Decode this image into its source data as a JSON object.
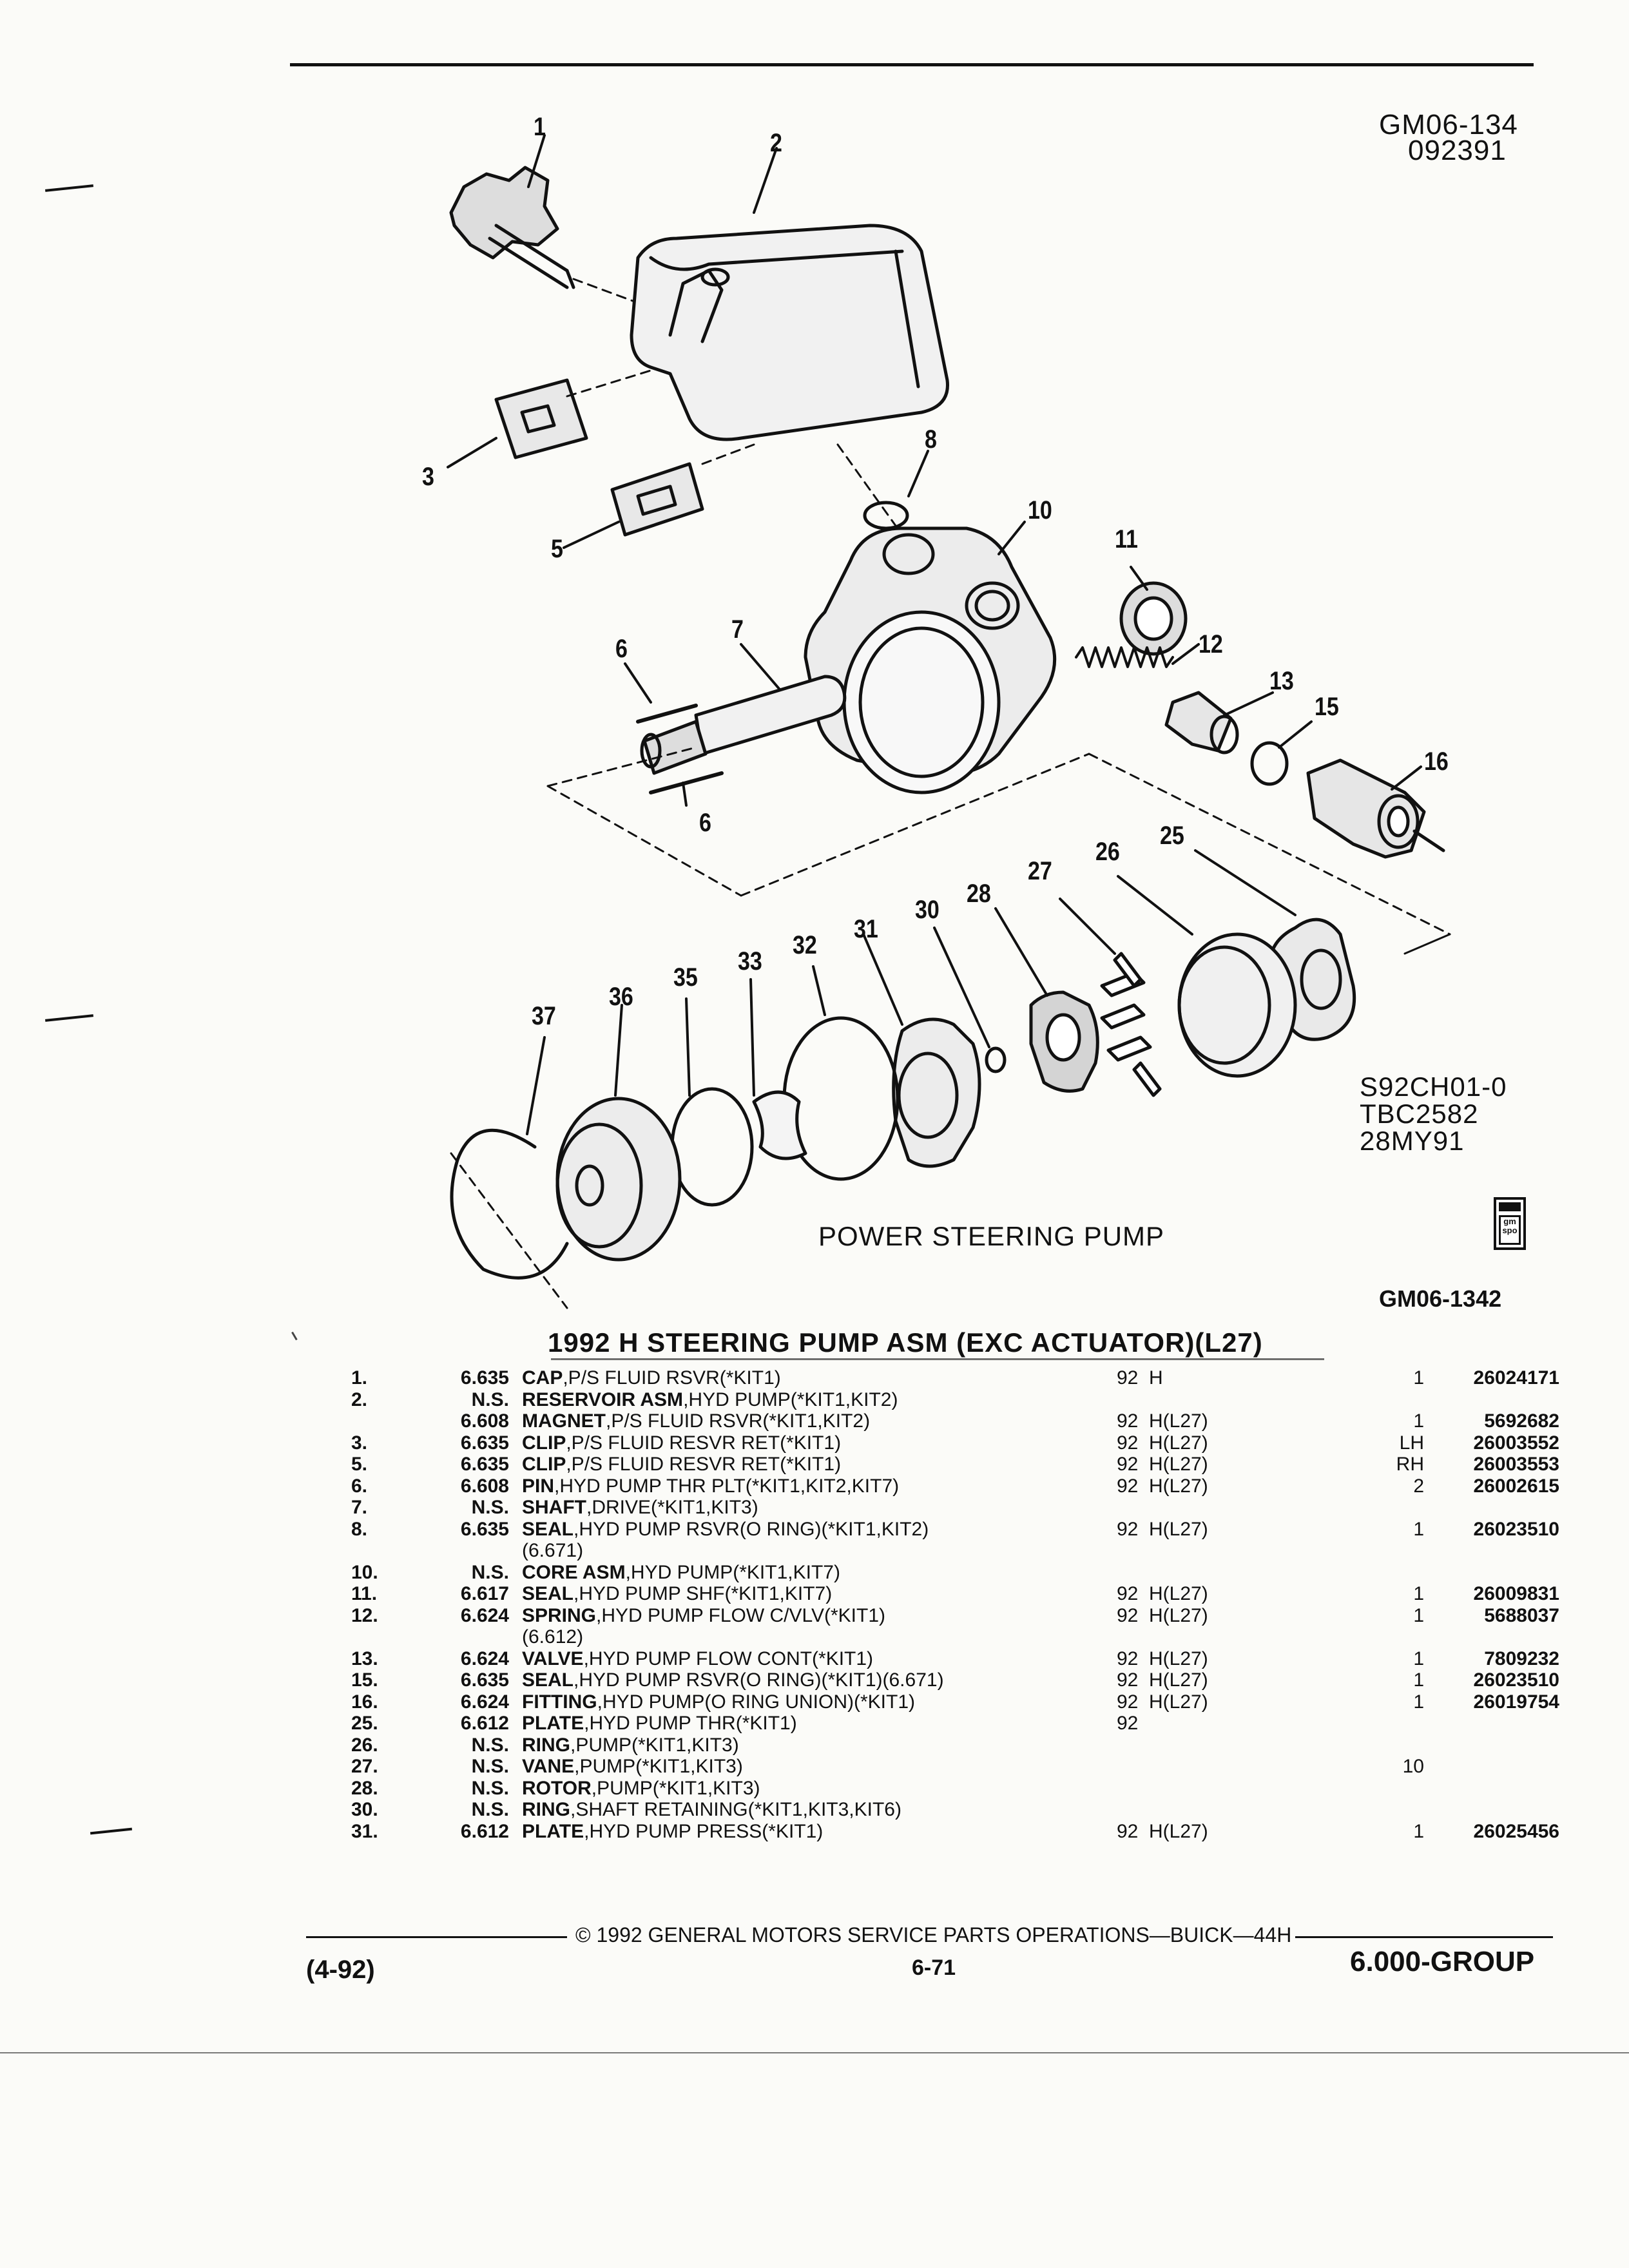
{
  "header": {
    "ref_code": "GM06-134",
    "ref_date": "092391"
  },
  "diagram": {
    "callouts": [
      "1",
      "2",
      "3",
      "5",
      "6",
      "7",
      "8",
      "10",
      "11",
      "12",
      "13",
      "15",
      "16",
      "6",
      "25",
      "26",
      "27",
      "28",
      "30",
      "31",
      "32",
      "33",
      "35",
      "36",
      "37"
    ],
    "side_codes": [
      "S92CH01-0",
      "TBC2582",
      "28MY91"
    ],
    "caption": "POWER STEERING PUMP",
    "figure_id": "GM06-1342",
    "logo_text": "gm spo"
  },
  "parts_list": {
    "title": "1992 H STEERING PUMP ASM (EXC ACTUATOR)(L27)",
    "rows": [
      {
        "num": "1.",
        "code": "6.635",
        "name": "CAP",
        "desc": ",P/S FLUID RSVR(*KIT1)",
        "yr": "92",
        "model": "H",
        "qty": "1",
        "part": "26024171"
      },
      {
        "num": "2.",
        "code": "N.S.",
        "name": "RESERVOIR ASM",
        "desc": ",HYD PUMP(*KIT1,KIT2)",
        "yr": "",
        "model": "",
        "qty": "",
        "part": ""
      },
      {
        "num": "",
        "code": "6.608",
        "name": "MAGNET",
        "desc": ",P/S FLUID RSVR(*KIT1,KIT2)",
        "yr": "92",
        "model": "H(L27)",
        "qty": "1",
        "part": "5692682"
      },
      {
        "num": "3.",
        "code": "6.635",
        "name": "CLIP",
        "desc": ",P/S FLUID RESVR RET(*KIT1)",
        "yr": "92",
        "model": "H(L27)",
        "qty": "LH",
        "part": "26003552"
      },
      {
        "num": "5.",
        "code": "6.635",
        "name": "CLIP",
        "desc": ",P/S FLUID RESVR RET(*KIT1)",
        "yr": "92",
        "model": "H(L27)",
        "qty": "RH",
        "part": "26003553"
      },
      {
        "num": "6.",
        "code": "6.608",
        "name": "PIN",
        "desc": ",HYD PUMP THR PLT(*KIT1,KIT2,KIT7)",
        "yr": "92",
        "model": "H(L27)",
        "qty": "2",
        "part": "26002615"
      },
      {
        "num": "7.",
        "code": "N.S.",
        "name": "SHAFT",
        "desc": ",DRIVE(*KIT1,KIT3)",
        "yr": "",
        "model": "",
        "qty": "",
        "part": ""
      },
      {
        "num": "8.",
        "code": "6.635",
        "name": "SEAL",
        "desc": ",HYD PUMP RSVR(O RING)(*KIT1,KIT2)",
        "yr": "92",
        "model": "H(L27)",
        "qty": "1",
        "part": "26023510"
      },
      {
        "num": "",
        "code": "",
        "name": "",
        "desc": "(6.671)",
        "yr": "",
        "model": "",
        "qty": "",
        "part": ""
      },
      {
        "num": "10.",
        "code": "N.S.",
        "name": "CORE ASM",
        "desc": ",HYD PUMP(*KIT1,KIT7)",
        "yr": "",
        "model": "",
        "qty": "",
        "part": ""
      },
      {
        "num": "11.",
        "code": "6.617",
        "name": "SEAL",
        "desc": ",HYD PUMP SHF(*KIT1,KIT7)",
        "yr": "92",
        "model": "H(L27)",
        "qty": "1",
        "part": "26009831"
      },
      {
        "num": "12.",
        "code": "6.624",
        "name": "SPRING",
        "desc": ",HYD PUMP FLOW C/VLV(*KIT1)",
        "yr": "92",
        "model": "H(L27)",
        "qty": "1",
        "part": "5688037"
      },
      {
        "num": "",
        "code": "",
        "name": "",
        "desc": "(6.612)",
        "yr": "",
        "model": "",
        "qty": "",
        "part": ""
      },
      {
        "num": "13.",
        "code": "6.624",
        "name": "VALVE",
        "desc": ",HYD PUMP FLOW CONT(*KIT1)",
        "yr": "92",
        "model": "H(L27)",
        "qty": "1",
        "part": "7809232"
      },
      {
        "num": "15.",
        "code": "6.635",
        "name": "SEAL",
        "desc": ",HYD PUMP RSVR(O RING)(*KIT1)(6.671)",
        "yr": "92",
        "model": "H(L27)",
        "qty": "1",
        "part": "26023510"
      },
      {
        "num": "16.",
        "code": "6.624",
        "name": "FITTING",
        "desc": ",HYD PUMP(O RING UNION)(*KIT1)",
        "yr": "92",
        "model": "H(L27)",
        "qty": "1",
        "part": "26019754"
      },
      {
        "num": "25.",
        "code": "6.612",
        "name": "PLATE",
        "desc": ",HYD PUMP THR(*KIT1)",
        "yr": "92",
        "model": "",
        "qty": "",
        "part": ""
      },
      {
        "num": "26.",
        "code": "N.S.",
        "name": "RING",
        "desc": ",PUMP(*KIT1,KIT3)",
        "yr": "",
        "model": "",
        "qty": "",
        "part": ""
      },
      {
        "num": "27.",
        "code": "N.S.",
        "name": "VANE",
        "desc": ",PUMP(*KIT1,KIT3)",
        "yr": "",
        "model": "",
        "qty": "10",
        "part": ""
      },
      {
        "num": "28.",
        "code": "N.S.",
        "name": "ROTOR",
        "desc": ",PUMP(*KIT1,KIT3)",
        "yr": "",
        "model": "",
        "qty": "",
        "part": ""
      },
      {
        "num": "30.",
        "code": "N.S.",
        "name": "RING",
        "desc": ",SHAFT RETAINING(*KIT1,KIT3,KIT6)",
        "yr": "",
        "model": "",
        "qty": "",
        "part": ""
      },
      {
        "num": "31.",
        "code": "6.612",
        "name": "PLATE",
        "desc": ",HYD PUMP PRESS(*KIT1)",
        "yr": "92",
        "model": "H(L27)",
        "qty": "1",
        "part": "26025456"
      }
    ]
  },
  "footer": {
    "copyright": "© 1992 GENERAL MOTORS SERVICE PARTS OPERATIONS—BUICK—44H",
    "date": "(4-92)",
    "page": "6-71",
    "group": "6.000-GROUP"
  }
}
